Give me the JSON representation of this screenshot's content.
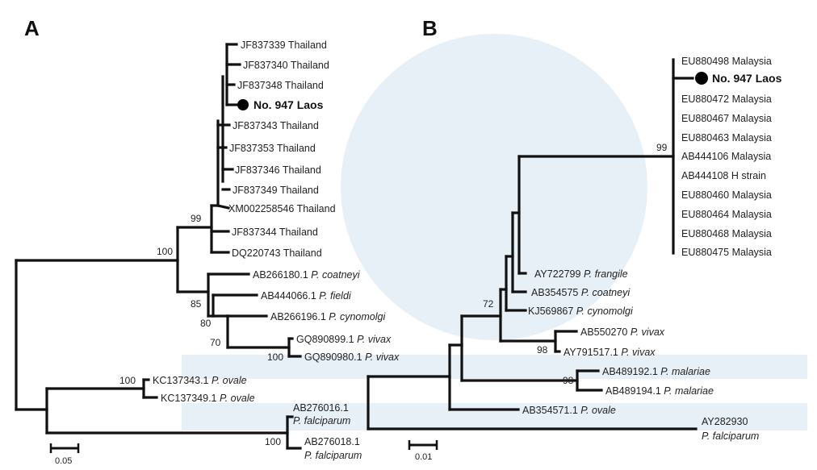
{
  "panel_a": {
    "label": "A",
    "leaves": [
      {
        "acc": "JF837339",
        "country": "Thailand"
      },
      {
        "acc": "JF837340",
        "country": "Thailand"
      },
      {
        "acc": "JF837348",
        "country": "Thailand"
      },
      {
        "acc": "No. 947",
        "country": "Laos"
      },
      {
        "acc": "JF837343",
        "country": "Thailand"
      },
      {
        "acc": "JF837353",
        "country": "Thailand"
      },
      {
        "acc": "JF837346",
        "country": "Thailand"
      },
      {
        "acc": "JF837349",
        "country": "Thailand"
      },
      {
        "acc": "XM002258546",
        "country": "Thailand"
      },
      {
        "acc": "JF837344",
        "country": "Thailand"
      },
      {
        "acc": "DQ220743",
        "country": "Thailand"
      },
      {
        "acc": "AB266180.1",
        "species": "P. coatneyi"
      },
      {
        "acc": "AB444066.1",
        "species": "P. fieldi"
      },
      {
        "acc": "AB266196.1",
        "species": "P. cynomolgi"
      },
      {
        "acc": "GQ890899.1",
        "species": "P. vivax"
      },
      {
        "acc": "GQ890980.1",
        "species": "P. vivax"
      },
      {
        "acc": "KC137343.1",
        "species": "P. ovale"
      },
      {
        "acc": "KC137349.1",
        "species": "P. ovale"
      },
      {
        "acc": "AB276016.1",
        "species": "P. falciparum"
      },
      {
        "acc": "AB276018.1",
        "species": "P. falciparum"
      }
    ],
    "bootstrap": [
      "99",
      "100",
      "85",
      "80",
      "70",
      "100",
      "100",
      "100"
    ],
    "scale": "0.05"
  },
  "panel_b": {
    "label": "B",
    "leaves": [
      {
        "acc": "EU880498",
        "country": "Malaysia"
      },
      {
        "acc": "No. 947",
        "country": "Laos"
      },
      {
        "acc": "EU880472",
        "country": "Malaysia"
      },
      {
        "acc": "EU880467",
        "country": "Malaysia"
      },
      {
        "acc": "EU880463",
        "country": "Malaysia"
      },
      {
        "acc": "AB444106",
        "country": "Malaysia"
      },
      {
        "acc": "AB444108",
        "country": "H strain"
      },
      {
        "acc": "EU880460",
        "country": "Malaysia"
      },
      {
        "acc": "EU880464",
        "country": "Malaysia"
      },
      {
        "acc": "EU880468",
        "country": "Malaysia"
      },
      {
        "acc": "EU880475",
        "country": "Malaysia"
      },
      {
        "acc": "AY722799",
        "species": "P. frangile"
      },
      {
        "acc": "AB354575",
        "species": "P. coatneyi"
      },
      {
        "acc": "KJ569867",
        "species": "P. cynomolgi"
      },
      {
        "acc": "AB550270",
        "species": "P. vivax"
      },
      {
        "acc": "AY791517.1",
        "species": "P. vivax"
      },
      {
        "acc": "AB489192.1",
        "species": "P. malariae"
      },
      {
        "acc": "AB489194.1",
        "species": "P. malariae"
      },
      {
        "acc": "AB354571.1",
        "species": "P. ovale"
      },
      {
        "acc": "AY282930",
        "species": "P. falciparum"
      }
    ],
    "bootstrap": [
      "99",
      "72",
      "98",
      "98"
    ],
    "scale": "0.01"
  },
  "colors": {
    "branch": "#111111",
    "text": "#222222",
    "watermark": "#d6e3f1"
  }
}
